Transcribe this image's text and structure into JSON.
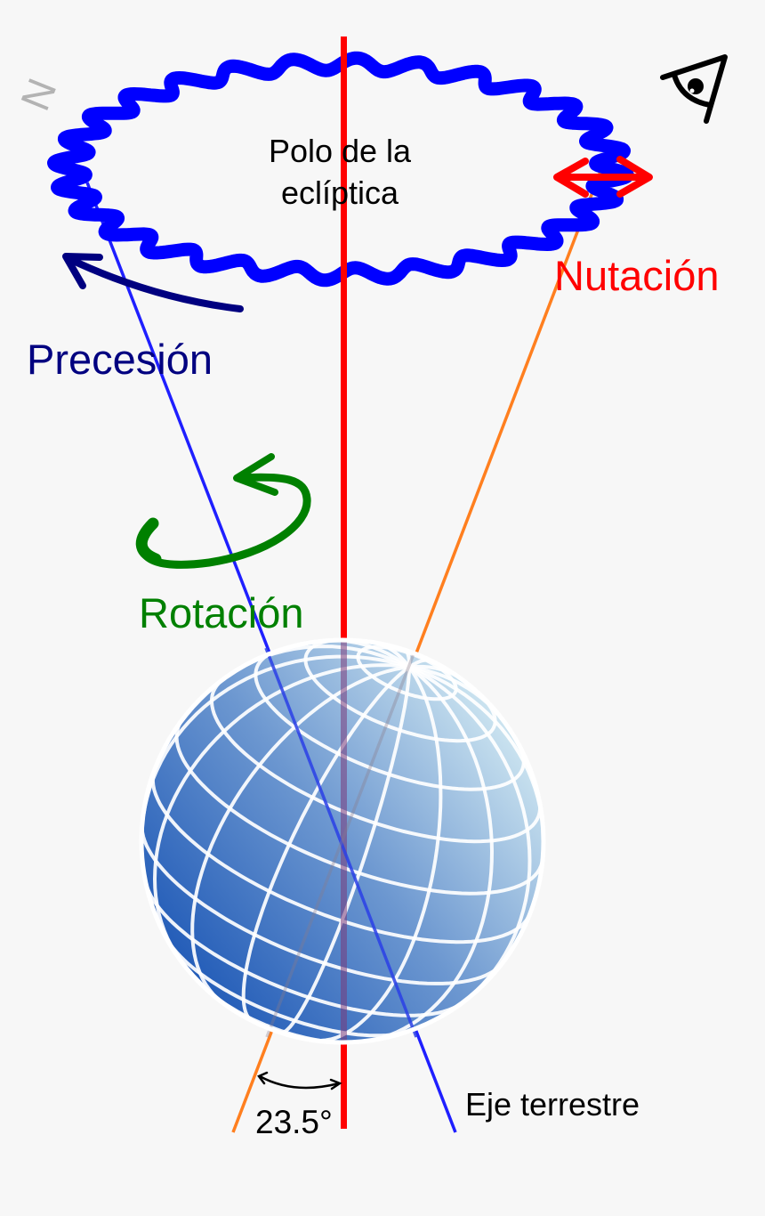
{
  "diagram": {
    "labels": {
      "ecliptic_pole_line1": "Polo de la",
      "ecliptic_pole_line2": "eclíptica",
      "nutation": "Nutación",
      "precession": "Precesión",
      "rotation": "Rotación",
      "earth_axis": "Eje terrestre",
      "tilt_angle": "23.5°",
      "north": "N"
    },
    "colors": {
      "background": "#f7f7f7",
      "ecliptic_axis": "#ff0000",
      "earth_axis": "#1f1fff",
      "opposite_axis": "#ff7f1f",
      "wavy_ring": "#0000ff",
      "nutation": "#ff0000",
      "precession": "#000080",
      "rotation": "#008000",
      "north_label": "#b3b3b3",
      "globe_dark": "#1a55b5",
      "globe_light": "#d8eef4",
      "angle_arc": "#000000"
    },
    "icons": {
      "observer": "eye-icon"
    }
  }
}
